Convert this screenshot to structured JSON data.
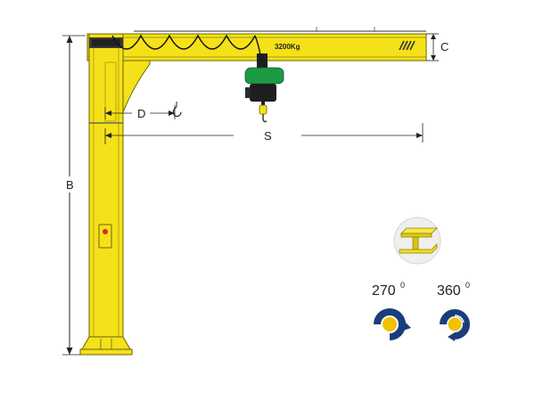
{
  "capacity_label": "3200Kg",
  "dimensions": {
    "b": "B",
    "c": "C",
    "d": "D",
    "s": "S"
  },
  "rotation": {
    "option_a": "270",
    "option_b": "360",
    "degree_mark": "0"
  },
  "colors": {
    "crane_yellow": "#F5E11A",
    "crane_outline": "#6B6400",
    "hoist_green": "#1C9A45",
    "hoist_dark": "#1E1E1E",
    "rotation_blue": "#1A3E7A",
    "rotation_yellow": "#F2C200"
  },
  "icons": {
    "beam_section": "i-beam-profile-icon",
    "rotation_270": "rotation-270-icon",
    "rotation_360": "rotation-360-icon",
    "hook": "hook-icon"
  }
}
